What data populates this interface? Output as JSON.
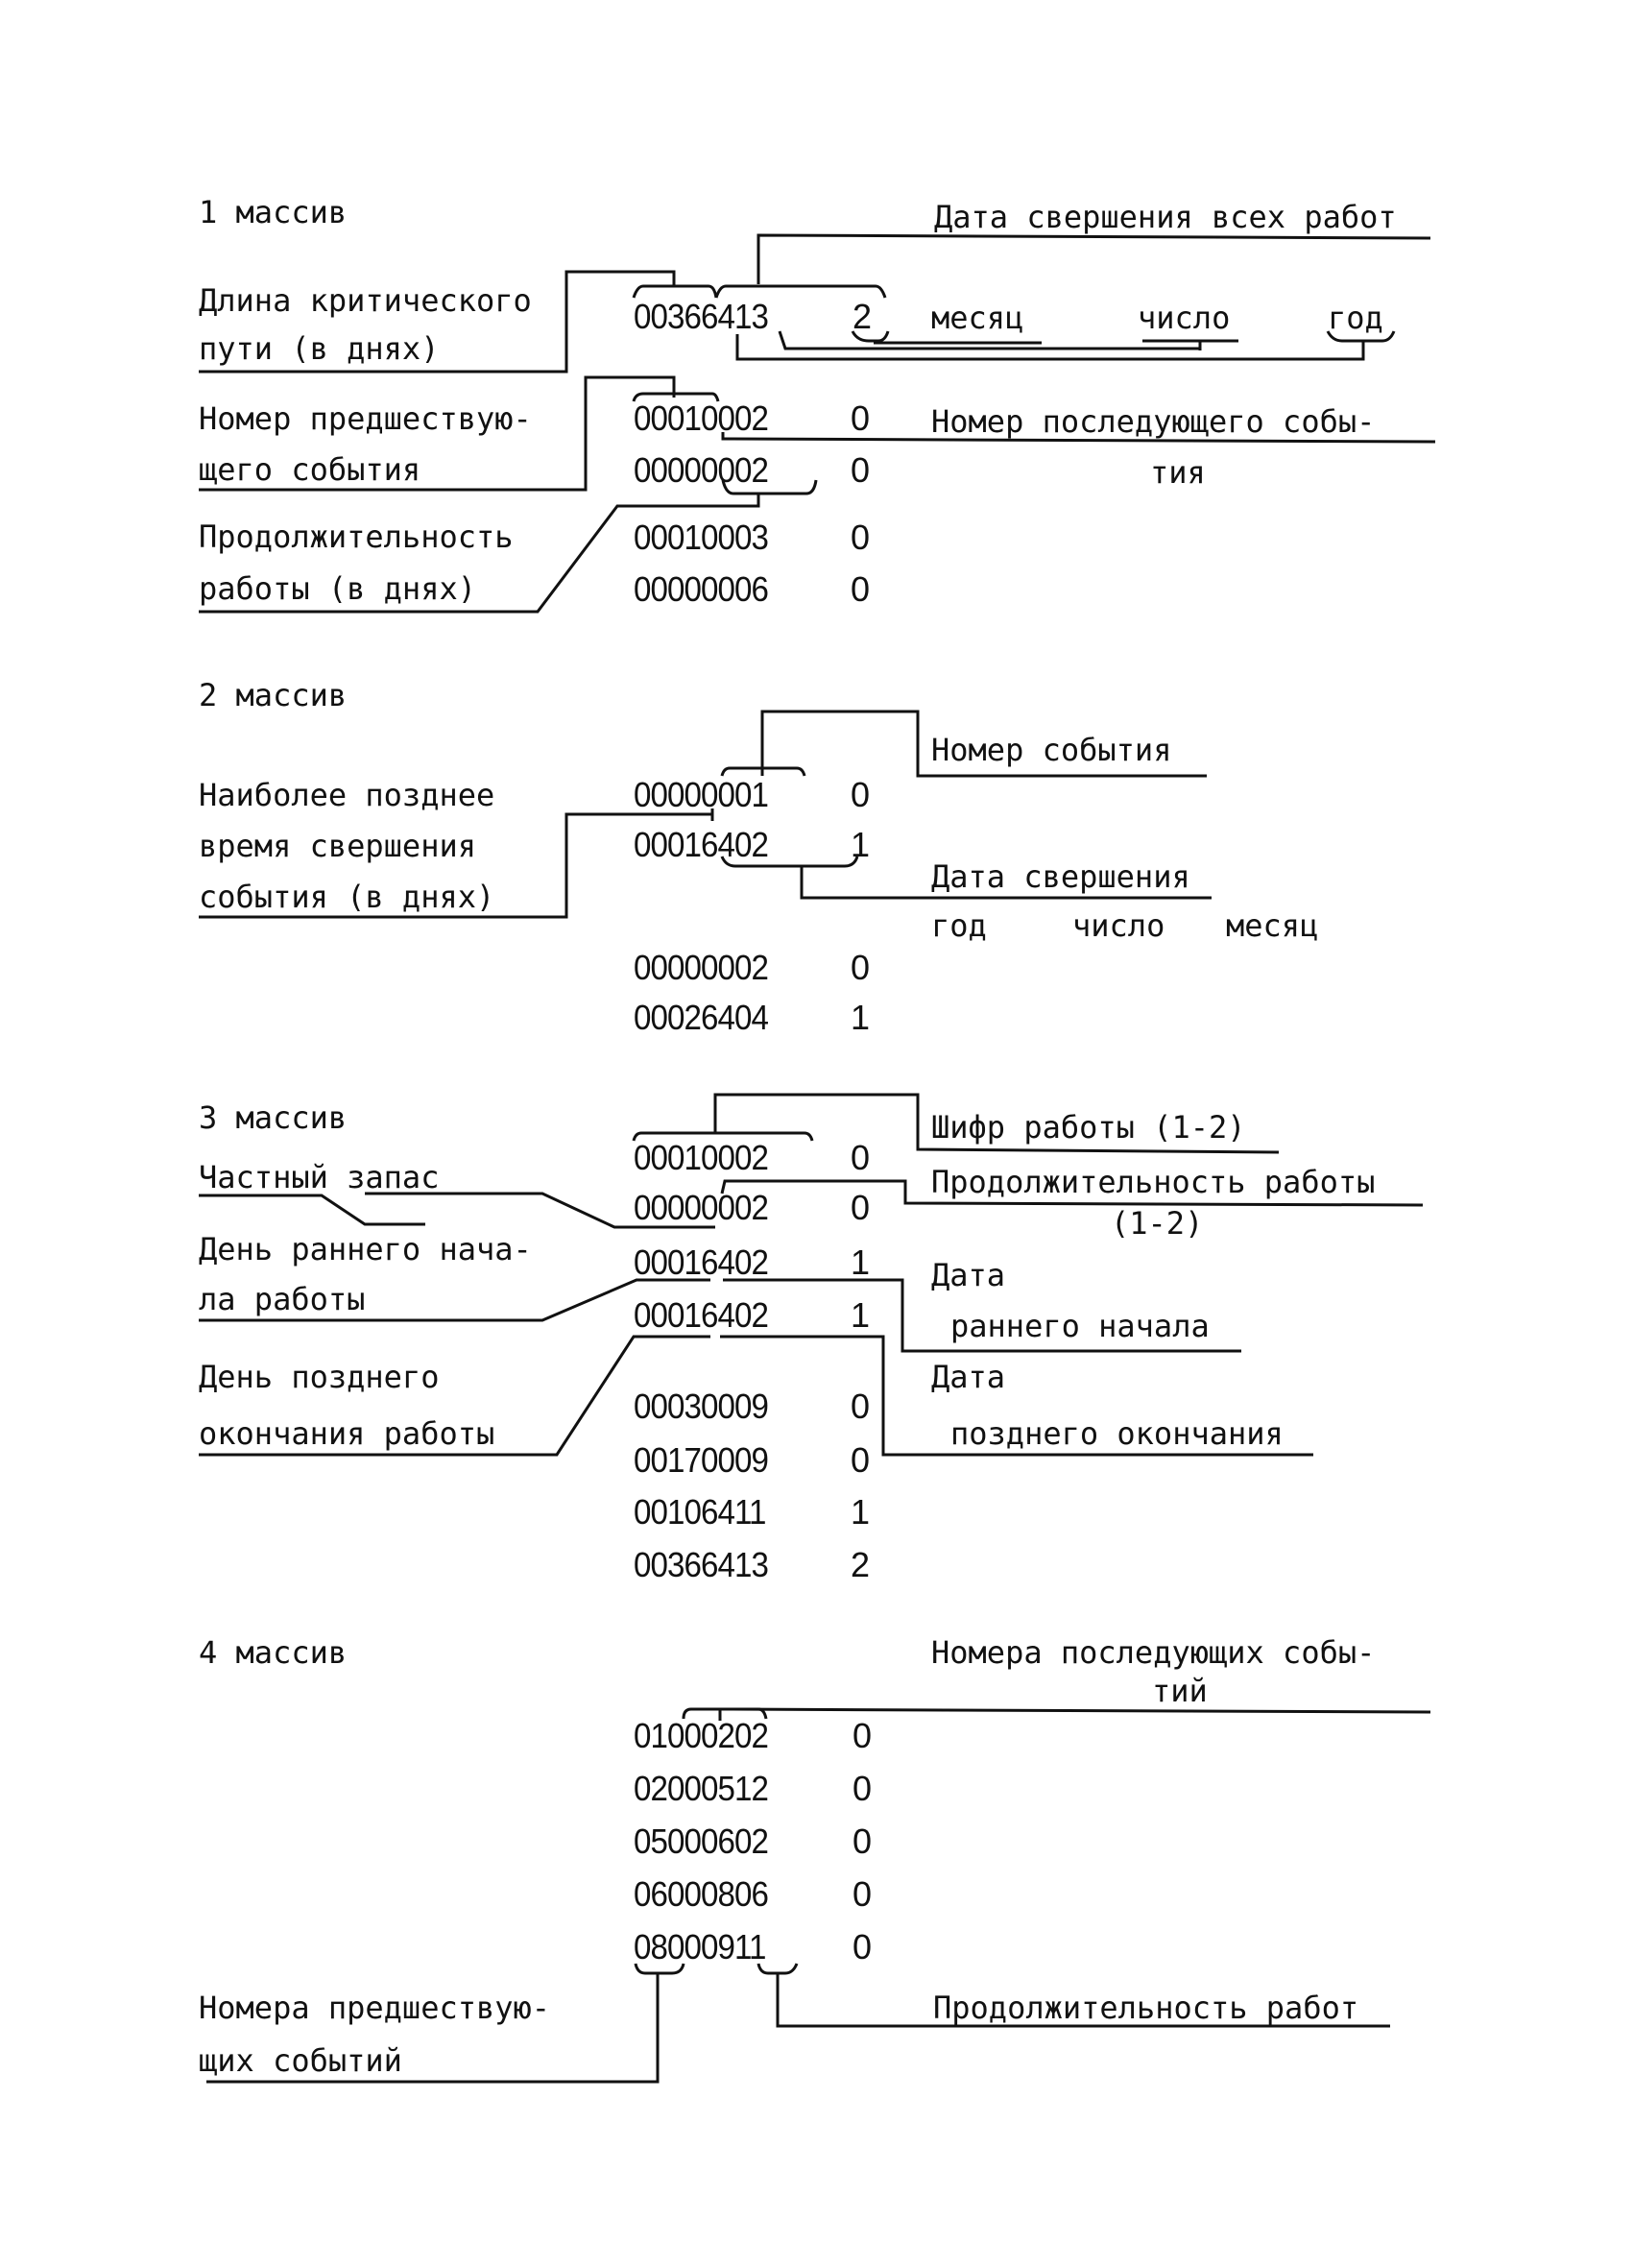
{
  "sections": [
    {
      "title": "1 массив",
      "labels": {
        "critical_path_1": "Длина критического",
        "critical_path_2": "пути (в днях)",
        "completion_date": "Дата свершения всех работ",
        "month": "месяц",
        "day": "число",
        "year": "год",
        "prev_event_1": "Номер предшествую-",
        "prev_event_2": "щего события",
        "next_event_1": "Номер последующего собы-",
        "next_event_2": "тия",
        "duration_1": "Продолжительность",
        "duration_2": "работы (в днях)"
      },
      "rows": [
        {
          "code": "00366413",
          "flag": "2"
        },
        {
          "code": "00010002",
          "flag": "0"
        },
        {
          "code": "00000002",
          "flag": "0"
        },
        {
          "code": "00010003",
          "flag": "0"
        },
        {
          "code": "00000006",
          "flag": "0"
        }
      ]
    },
    {
      "title": "2 массив",
      "labels": {
        "latest_time_1": "Наиболее позднее",
        "latest_time_2": "время свершения",
        "latest_time_3": "события (в днях)",
        "event_number": "Номер события",
        "event_date": "Дата свершения",
        "year": "год",
        "day": "число",
        "month": "месяц"
      },
      "rows": [
        {
          "code": "00000001",
          "flag": "0"
        },
        {
          "code": "00016402",
          "flag": "1"
        },
        {
          "code": "00000002",
          "flag": "0"
        },
        {
          "code": "00026404",
          "flag": "1"
        }
      ]
    },
    {
      "title": "3 массив",
      "labels": {
        "work_code": "Шифр работы (1-2)",
        "float": "Частный запас",
        "work_duration_1": "Продолжительность работы",
        "work_duration_2": "(1-2)",
        "early_start_day_1": "День раннего нача-",
        "early_start_day_2": "ла работы",
        "early_start_date_1": "Дата",
        "early_start_date_2": "раннего начала",
        "late_finish_day_1": "День       позднего",
        "late_finish_day_2": "окончания работы",
        "late_finish_date_1": "Дата",
        "late_finish_date_2": "позднего окончания"
      },
      "rows": [
        {
          "code": "00010002",
          "flag": "0"
        },
        {
          "code": "00000002",
          "flag": "0"
        },
        {
          "code": "00016402",
          "flag": "1"
        },
        {
          "code": "00016402",
          "flag": "1"
        },
        {
          "code": "00030009",
          "flag": "0"
        },
        {
          "code": "00170009",
          "flag": "0"
        },
        {
          "code": "00106411",
          "flag": "1"
        },
        {
          "code": "00366413",
          "flag": "2"
        }
      ]
    },
    {
      "title": "4 массив",
      "labels": {
        "next_events_1": "Номера последующих собы-",
        "next_events_2": "тий",
        "prev_events_1": "Номера предшествую-",
        "prev_events_2": "щих событий",
        "durations": "Продолжительность работ"
      },
      "rows": [
        {
          "code": "01000202",
          "flag": "0"
        },
        {
          "code": "02000512",
          "flag": "0"
        },
        {
          "code": "05000602",
          "flag": "0"
        },
        {
          "code": "06000806",
          "flag": "0"
        },
        {
          "code": "08000911",
          "flag": "0"
        }
      ]
    }
  ]
}
